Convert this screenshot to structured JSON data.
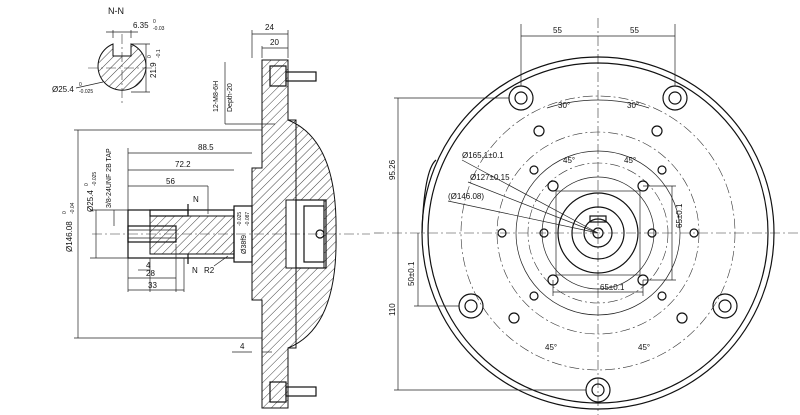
{
  "section_label": "N-N",
  "shaft_section": {
    "keyway_width": "6.35",
    "keyway_width_tol_upper": "0",
    "keyway_width_tol_lower": "-0.03",
    "keyway_depth": "21.9",
    "keyway_depth_tol_upper": "0",
    "keyway_depth_tol_lower": "-0.1",
    "shaft_diameter": "Ø25.4",
    "shaft_diameter_tol_upper": "0",
    "shaft_diameter_tol_lower": "-0.025"
  },
  "side_view": {
    "dim_24": "24",
    "dim_20": "20",
    "tap_holes": "12-M8-6H",
    "tap_depth": "Depth-20",
    "dim_88_5": "88.5",
    "dim_72_2": "72.2",
    "dim_56": "56",
    "dim_4_top": "4",
    "dim_4_bottom": "4",
    "dim_28": "28",
    "dim_33": "33",
    "thread": "3/8-24UNF 2B TAP",
    "shaft_dia_side": "Ø25.4",
    "shaft_dia_side_tol_upper": "0",
    "shaft_dia_side_tol_lower": "-0.025",
    "pilot_dia": "Ø146.08",
    "pilot_dia_tol_upper": "0",
    "pilot_dia_tol_lower": "-0.04",
    "hub_dia": "Ø38f9",
    "hub_dia_tol_upper": "-0.025",
    "hub_dia_tol_lower": "-0.087",
    "section_mark_top": "N",
    "section_mark_bottom": "N",
    "radius": "R2"
  },
  "front_view": {
    "dim_55_left": "55",
    "dim_55_right": "55",
    "angle_30_left": "30°",
    "angle_30_right": "30°",
    "angle_45_top_left": "45°",
    "angle_45_top_right": "45°",
    "angle_45_bottom_left": "45°",
    "angle_45_bottom_right": "45°",
    "dia_165": "Ø165.1±0.1",
    "dia_127": "Ø127±0.15",
    "dia_146_ref": "(Ø146.08)",
    "dim_95_26": "95.26",
    "dim_65_vertical": "65±0.1",
    "dim_65_horizontal": "65±0.1",
    "dim_50": "50±0.1",
    "dim_110": "110"
  }
}
